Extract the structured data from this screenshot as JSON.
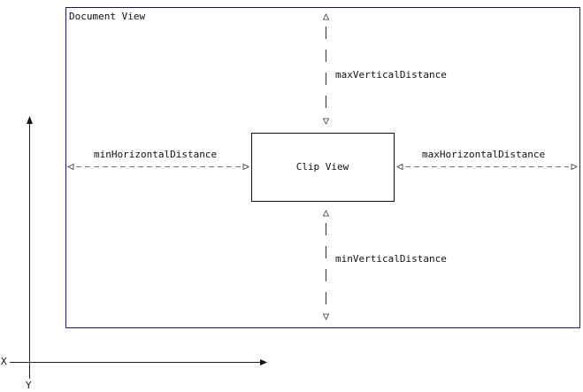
{
  "diagram": {
    "document_view": {
      "label": "Document View"
    },
    "clip_view": {
      "label": "Clip View"
    },
    "distances": {
      "max_vertical": "maxVerticalDistance",
      "min_vertical": "minVerticalDistance",
      "min_horizontal": "minHorizontalDistance",
      "max_horizontal": "maxHorizontalDistance"
    },
    "axes": {
      "x": "X",
      "y": "Y"
    },
    "colors": {
      "document_border": "#1a1a5a",
      "clip_border": "#111111",
      "dashed_line": "#777777",
      "axis": "#1a1a5a"
    }
  }
}
